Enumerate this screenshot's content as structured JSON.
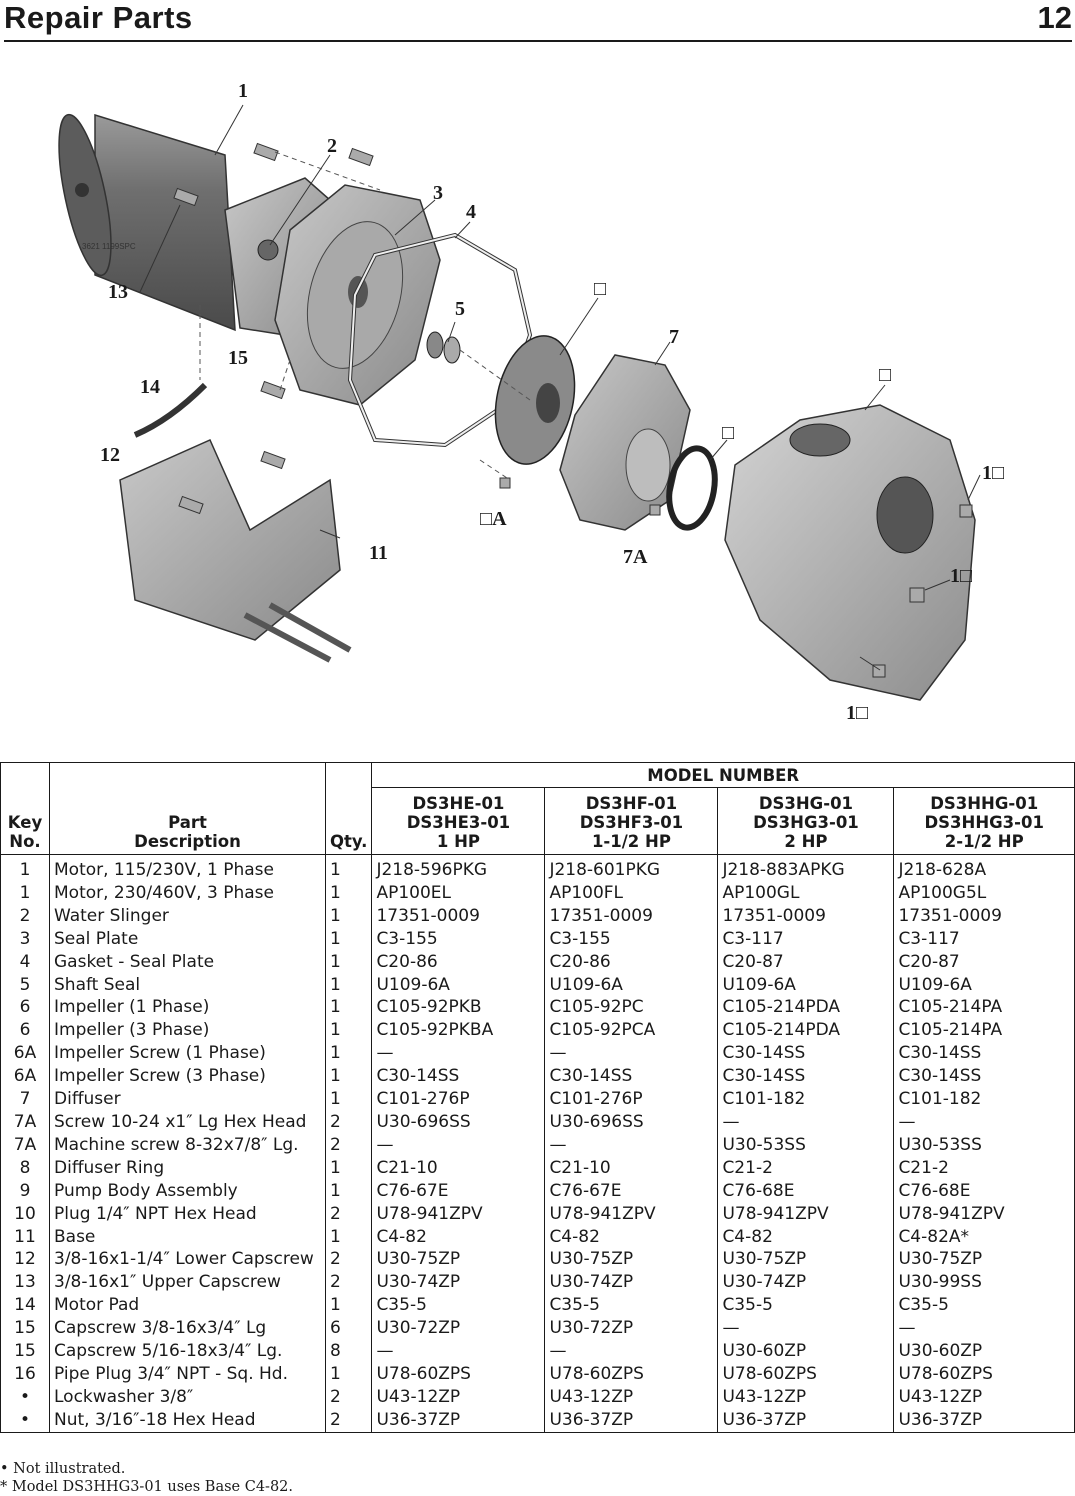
{
  "header": {
    "title": "Repair Parts",
    "page_number": "12"
  },
  "diagram": {
    "serial": "3621 1199SPC",
    "callouts": [
      "1",
      "2",
      "3",
      "4",
      "5",
      "□",
      "7",
      "□",
      "□",
      "□A",
      "7A",
      "1□",
      "1□",
      "1□",
      "11",
      "12",
      "13",
      "14",
      "15"
    ]
  },
  "table": {
    "model_number_label": "MODEL NUMBER",
    "key_header": [
      "Key",
      "No."
    ],
    "desc_header": [
      "Part",
      "Description"
    ],
    "qty_header": "Qty.",
    "models": [
      {
        "l1": "DS3HE-01",
        "l2": "DS3HE3-01",
        "l3": "1 HP"
      },
      {
        "l1": "DS3HF-01",
        "l2": "DS3HF3-01",
        "l3": "1-1/2 HP"
      },
      {
        "l1": "DS3HG-01",
        "l2": "DS3HG3-01",
        "l3": "2 HP"
      },
      {
        "l1": "DS3HHG-01",
        "l2": "DS3HHG3-01",
        "l3": "2-1/2 HP"
      }
    ],
    "rows": [
      {
        "key": "1",
        "desc": "Motor, 115/230V, 1 Phase",
        "qty": "1",
        "m": [
          "J218-596PKG",
          "J218-601PKG",
          "J218-883APKG",
          "J218-628A"
        ]
      },
      {
        "key": "1",
        "desc": "Motor, 230/460V, 3 Phase",
        "qty": "1",
        "m": [
          "AP100EL",
          "AP100FL",
          "AP100GL",
          "AP100G5L"
        ]
      },
      {
        "key": "2",
        "desc": "Water Slinger",
        "qty": "1",
        "m": [
          "17351-0009",
          "17351-0009",
          "17351-0009",
          "17351-0009"
        ]
      },
      {
        "key": "3",
        "desc": "Seal Plate",
        "qty": "1",
        "m": [
          "C3-155",
          "C3-155",
          "C3-117",
          "C3-117"
        ]
      },
      {
        "key": "4",
        "desc": "Gasket - Seal Plate",
        "qty": "1",
        "m": [
          "C20-86",
          "C20-86",
          "C20-87",
          "C20-87"
        ]
      },
      {
        "key": "5",
        "desc": "Shaft Seal",
        "qty": "1",
        "m": [
          "U109-6A",
          "U109-6A",
          "U109-6A",
          "U109-6A"
        ]
      },
      {
        "key": "6",
        "desc": "Impeller (1 Phase)",
        "qty": "1",
        "m": [
          "C105-92PKB",
          "C105-92PC",
          "C105-214PDA",
          "C105-214PA"
        ]
      },
      {
        "key": "6",
        "desc": "Impeller (3 Phase)",
        "qty": "1",
        "m": [
          "C105-92PKBA",
          "C105-92PCA",
          "C105-214PDA",
          "C105-214PA"
        ]
      },
      {
        "key": "6A",
        "desc": "Impeller Screw (1 Phase)",
        "qty": "1",
        "m": [
          "—",
          "—",
          "C30-14SS",
          "C30-14SS"
        ]
      },
      {
        "key": "6A",
        "desc": "Impeller Screw (3 Phase)",
        "qty": "1",
        "m": [
          "C30-14SS",
          "C30-14SS",
          "C30-14SS",
          "C30-14SS"
        ]
      },
      {
        "key": "7",
        "desc": "Diffuser",
        "qty": "1",
        "m": [
          "C101-276P",
          "C101-276P",
          "C101-182",
          "C101-182"
        ]
      },
      {
        "key": "7A",
        "desc": "Screw 10-24 x1″ Lg Hex Head",
        "qty": "2",
        "m": [
          "U30-696SS",
          "U30-696SS",
          "—",
          "—"
        ]
      },
      {
        "key": "7A",
        "desc": "Machine screw 8-32x7/8″ Lg.",
        "qty": "2",
        "m": [
          "—",
          "—",
          "U30-53SS",
          "U30-53SS"
        ]
      },
      {
        "key": "8",
        "desc": "Diffuser Ring",
        "qty": "1",
        "m": [
          "C21-10",
          "C21-10",
          "C21-2",
          "C21-2"
        ]
      },
      {
        "key": "9",
        "desc": "Pump Body Assembly",
        "qty": "1",
        "m": [
          "C76-67E",
          "C76-67E",
          "C76-68E",
          "C76-68E"
        ]
      },
      {
        "key": "10",
        "desc": "Plug 1/4″ NPT Hex Head",
        "qty": "2",
        "m": [
          "U78-941ZPV",
          "U78-941ZPV",
          "U78-941ZPV",
          "U78-941ZPV"
        ]
      },
      {
        "key": "11",
        "desc": "Base",
        "qty": "1",
        "m": [
          "C4-82",
          "C4-82",
          "C4-82",
          "C4-82A*"
        ]
      },
      {
        "key": "12",
        "desc": "3/8-16x1-1/4″ Lower Capscrew",
        "qty": "2",
        "m": [
          "U30-75ZP",
          "U30-75ZP",
          "U30-75ZP",
          "U30-75ZP"
        ]
      },
      {
        "key": "13",
        "desc": "3/8-16x1″ Upper Capscrew",
        "qty": "2",
        "m": [
          "U30-74ZP",
          "U30-74ZP",
          "U30-74ZP",
          "U30-99SS"
        ]
      },
      {
        "key": "14",
        "desc": "Motor Pad",
        "qty": "1",
        "m": [
          "C35-5",
          "C35-5",
          "C35-5",
          "C35-5"
        ]
      },
      {
        "key": "15",
        "desc": "Capscrew 3/8-16x3/4″ Lg",
        "qty": "6",
        "m": [
          "U30-72ZP",
          "U30-72ZP",
          "—",
          "—"
        ]
      },
      {
        "key": "15",
        "desc": "Capscrew 5/16-18x3/4″ Lg.",
        "qty": "8",
        "m": [
          "—",
          "—",
          "U30-60ZP",
          "U30-60ZP"
        ]
      },
      {
        "key": "16",
        "desc": "Pipe Plug 3/4″ NPT - Sq. Hd.",
        "qty": "1",
        "m": [
          "U78-60ZPS",
          "U78-60ZPS",
          "U78-60ZPS",
          "U78-60ZPS"
        ]
      },
      {
        "key": "•",
        "desc": "Lockwasher 3/8″",
        "qty": "2",
        "m": [
          "U43-12ZP",
          "U43-12ZP",
          "U43-12ZP",
          "U43-12ZP"
        ]
      },
      {
        "key": "•",
        "desc": "Nut, 3/16″-18 Hex Head",
        "qty": "2",
        "m": [
          "U36-37ZP",
          "U36-37ZP",
          "U36-37ZP",
          "U36-37ZP"
        ]
      }
    ]
  },
  "footnotes": [
    "• Not illustrated.",
    "* Model DS3HHG3-01 uses Base C4-82."
  ]
}
